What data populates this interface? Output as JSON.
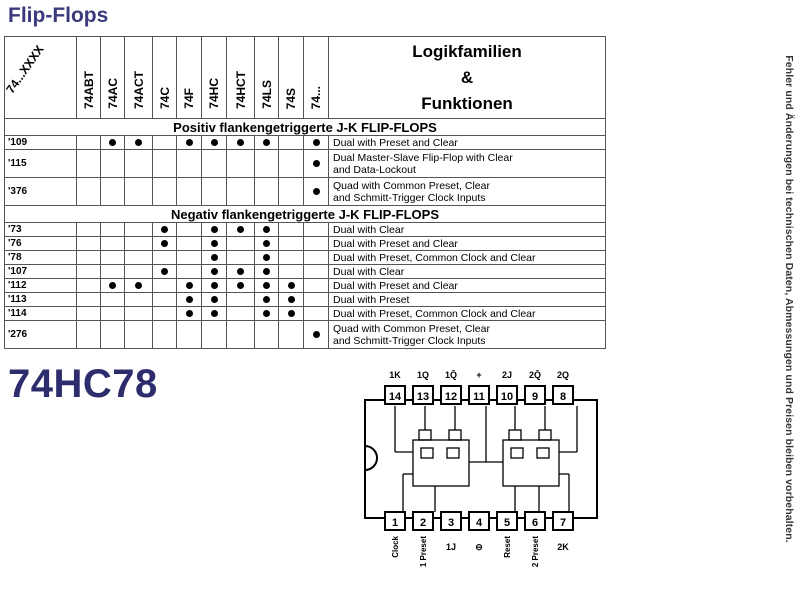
{
  "page": {
    "title": "Flip-Flops",
    "side_note": "Fehler und Änderungen bei technischen Daten, Abmessungen und Preisen bleiben vorbehalten.",
    "part_number": "74HC78"
  },
  "table": {
    "corner_label": "74...XXXX",
    "families": [
      "74ABT",
      "74AC",
      "74ACT",
      "74C",
      "74F",
      "74HC",
      "74HCT",
      "74LS",
      "74S",
      "74..."
    ],
    "function_title": [
      "Logikfamilien",
      "&",
      "Funktionen"
    ],
    "sections": [
      {
        "title": "Positiv flankengetriggerte J-K FLIP-FLOPS",
        "rows": [
          {
            "part": "'109",
            "dots": [
              false,
              true,
              true,
              false,
              true,
              true,
              true,
              true,
              false,
              true
            ],
            "function": [
              "Dual with Preset and Clear"
            ]
          },
          {
            "part": "'115",
            "dots": [
              false,
              false,
              false,
              false,
              false,
              false,
              false,
              false,
              false,
              true
            ],
            "function": [
              "Dual Master-Slave Flip-Flop with Clear",
              "and Data-Lockout"
            ]
          },
          {
            "part": "'376",
            "dots": [
              false,
              false,
              false,
              false,
              false,
              false,
              false,
              false,
              false,
              true
            ],
            "function": [
              "Quad with Common Preset, Clear",
              "and Schmitt-Trigger Clock Inputs"
            ]
          }
        ]
      },
      {
        "title": "Negativ flankengetriggerte J-K FLIP-FLOPS",
        "rows": [
          {
            "part": "'73",
            "dots": [
              false,
              false,
              false,
              true,
              false,
              true,
              true,
              true,
              false,
              false
            ],
            "function": [
              "Dual with Clear"
            ]
          },
          {
            "part": "'76",
            "dots": [
              false,
              false,
              false,
              true,
              false,
              true,
              false,
              true,
              false,
              false
            ],
            "function": [
              "Dual with Preset and Clear"
            ]
          },
          {
            "part": "'78",
            "dots": [
              false,
              false,
              false,
              false,
              false,
              true,
              false,
              true,
              false,
              false
            ],
            "function": [
              "Dual with Preset, Common Clock and Clear"
            ]
          },
          {
            "part": "'107",
            "dots": [
              false,
              false,
              false,
              true,
              false,
              true,
              true,
              true,
              false,
              false
            ],
            "function": [
              "Dual with Clear"
            ]
          },
          {
            "part": "'112",
            "dots": [
              false,
              true,
              true,
              false,
              true,
              true,
              true,
              true,
              true,
              false
            ],
            "function": [
              "Dual with Preset and Clear"
            ]
          },
          {
            "part": "'113",
            "dots": [
              false,
              false,
              false,
              false,
              true,
              true,
              false,
              true,
              true,
              false
            ],
            "function": [
              "Dual with Preset"
            ]
          },
          {
            "part": "'114",
            "dots": [
              false,
              false,
              false,
              false,
              true,
              true,
              false,
              true,
              true,
              false
            ],
            "function": [
              "Dual with Preset, Common Clock and Clear"
            ]
          },
          {
            "part": "'276",
            "dots": [
              false,
              false,
              false,
              false,
              false,
              false,
              false,
              false,
              false,
              true
            ],
            "function": [
              "Quad with Common Preset, Clear",
              "and Schmitt-Trigger Clock Inputs"
            ]
          }
        ]
      }
    ]
  },
  "pinout": {
    "top_labels": [
      "1K",
      "1Q",
      "1Q̄",
      "+",
      "2J",
      "2Q̄",
      "2Q"
    ],
    "top_pins": [
      "14",
      "13",
      "12",
      "11",
      "10",
      "9",
      "8"
    ],
    "bottom_pins": [
      "1",
      "2",
      "3",
      "4",
      "5",
      "6",
      "7"
    ],
    "bottom_labels": [
      "Clock",
      "1 Preset",
      "1J",
      "⊖",
      "Reset",
      "2 Preset",
      "2K"
    ]
  },
  "colors": {
    "title": "#3a3a7c",
    "part_number": "#2d2d6e",
    "pin_box": "#000000"
  }
}
